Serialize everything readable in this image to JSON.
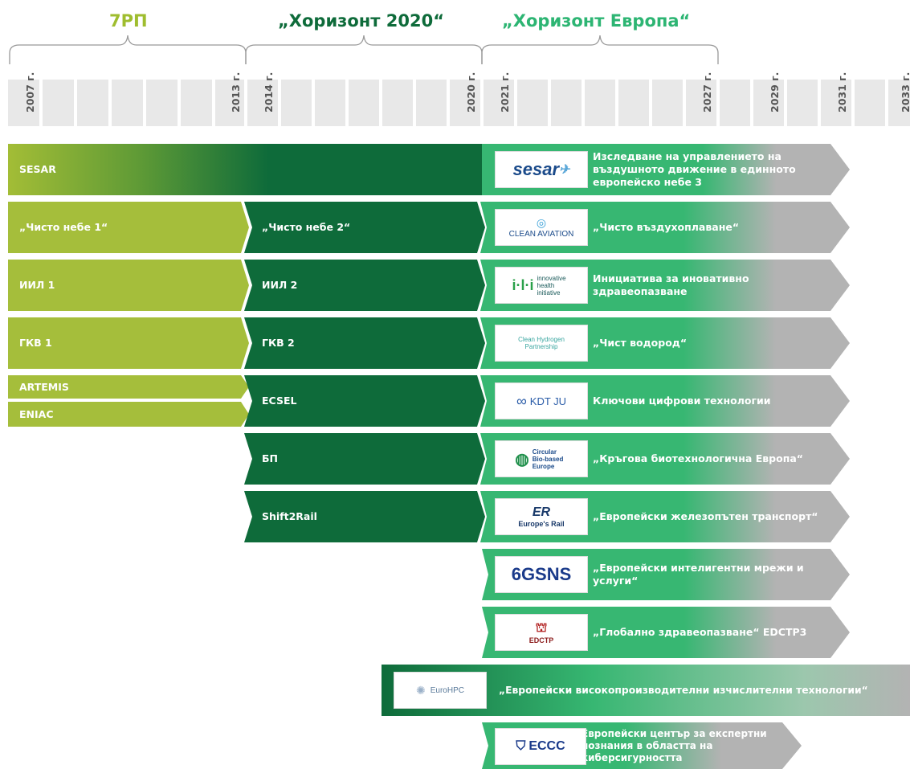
{
  "periods": [
    {
      "label": "7РП",
      "color": "#9fbd2f"
    },
    {
      "label": "„Хоризонт 2020“",
      "color": "#0e6b3a"
    },
    {
      "label": "„Хоризонт Европа“",
      "color": "#2db573"
    }
  ],
  "years": [
    "2007 г.",
    "2013 г.",
    "2014 г.",
    "2020 г.",
    "2021 г.",
    "2027 г.",
    "2029 г.",
    "2031 г.",
    "2033 г."
  ],
  "colors": {
    "fp7": "#a5be3b",
    "h2020": "#0e6b3a",
    "he": "#37b772",
    "ext": "#b3b3b3"
  },
  "rows": {
    "sesar": {
      "left": "SESAR",
      "right": "Изследване на управлението на въздушното движение в единното европейско небе 3",
      "logo": "sesar"
    },
    "clean": {
      "fp7": "„Чисто небе 1“",
      "h2020": "„Чисто небе 2“",
      "right": "„Чисто въздухоплаване“",
      "logo": "CLEAN AVIATION"
    },
    "ihi": {
      "fp7": "ИИЛ 1",
      "h2020": "ИИЛ 2",
      "right": "Инициатива за иновативно здравеопазване",
      "logo": "innovative health initiative"
    },
    "hydrogen": {
      "fp7": "ГКВ 1",
      "h2020": "ГКВ 2",
      "right": "„Чист водород“",
      "logo": "Clean Hydrogen Partnership"
    },
    "kdt": {
      "fp7a": "ARTEMIS",
      "fp7b": "ENIAC",
      "h2020": "ECSEL",
      "right": "Ключови цифрови технологии",
      "logo": "KDT JU"
    },
    "cbe": {
      "h2020": "БП",
      "right": "„Кръгова биотехнологична Европа“",
      "logo": "Circular Bio-based Europe"
    },
    "rail": {
      "h2020": "Shift2Rail",
      "right": "„Европейски железопътен транспорт“",
      "logo": "Europe's Rail"
    },
    "sns": {
      "right": "„Европейски интелигентни мрежи и услуги“",
      "logo": "6GSNS"
    },
    "edctp": {
      "right": "„Глобално здравеопазване“ EDCTP3",
      "logo": "EDCTP"
    },
    "hpc": {
      "right": "„Европейски високопроизводителни изчислителни технологии“",
      "logo": "EuroHPC"
    },
    "eccc": {
      "right": "Европейски център за експертни познания в областта на киберсигурността",
      "logo": "ECCC"
    }
  }
}
